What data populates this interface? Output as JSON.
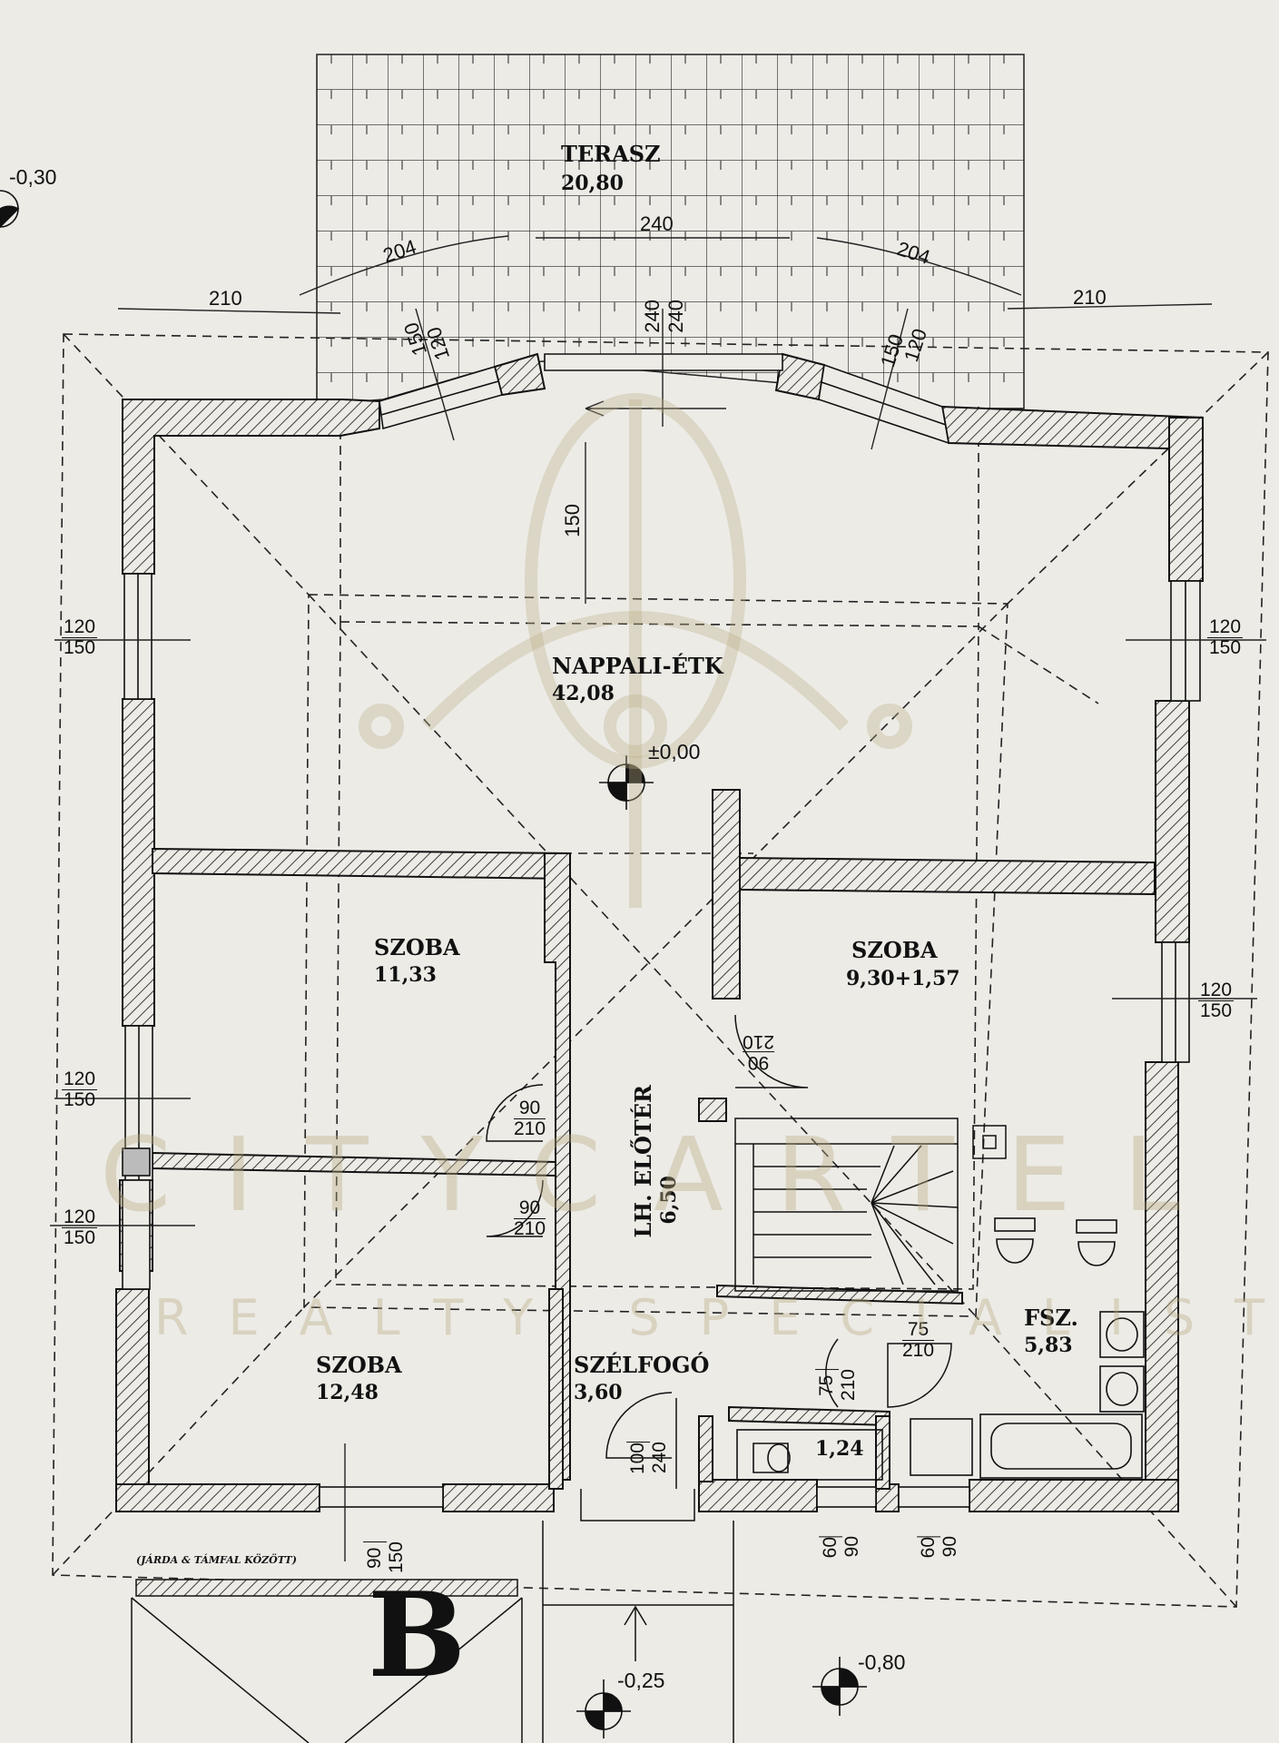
{
  "rooms": {
    "terrace": {
      "name": "TERASZ",
      "area": "20,80"
    },
    "living": {
      "name": "NAPPALI-ÉTK",
      "area": "42,08"
    },
    "room_left_top": {
      "name": "SZOBA",
      "area": "11,33"
    },
    "room_right": {
      "name": "SZOBA",
      "area": "9,30+1,57"
    },
    "room_left_bottom": {
      "name": "SZOBA",
      "area": "12,48"
    },
    "hall": {
      "name": "LH. ELŐTÉR",
      "area": "6,50"
    },
    "windbreak": {
      "name": "SZÉLFOGÓ",
      "area": "3,60"
    },
    "bathroom": {
      "name": "FSZ.",
      "area": "5,83"
    },
    "wc": {
      "area": "1,24"
    }
  },
  "dimensions": {
    "d210": "210",
    "d240": "240",
    "d204": "204",
    "d150": "150",
    "d120": "120",
    "d100": "100",
    "d90": "90",
    "d75": "75",
    "d60": "60"
  },
  "windows": {
    "top": "120",
    "bottom": "150"
  },
  "doors": {
    "width90": "90",
    "width75": "75",
    "width100": "100",
    "height210": "210",
    "height240": "240"
  },
  "elevations": {
    "zero": "±0,00",
    "terrace_left": "-0,30",
    "entrance": "-0,25",
    "garden": "-0,80"
  },
  "note": "(JÁRDA & TÁMFAL KÖZÖTT)",
  "marker": "B",
  "watermark": {
    "line1": "CITYCARTEL",
    "line2": "REALTY SPECIALIST"
  }
}
